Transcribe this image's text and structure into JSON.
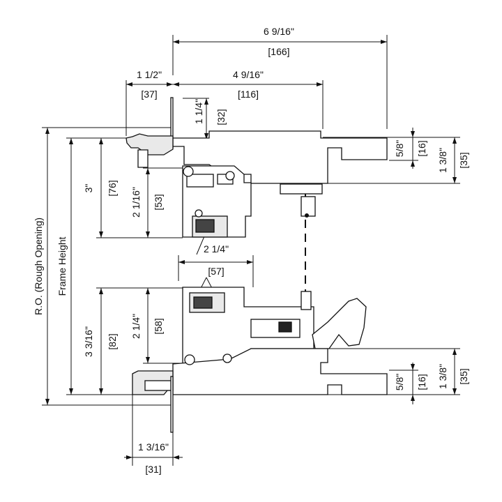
{
  "drawing": {
    "labels": {
      "top_overall_frac": "6 9/16\"",
      "top_overall_mm": "[166]",
      "top_left_frac": "1 1/2\"",
      "top_left_mm": "[37]",
      "top_mid_frac": "4 9/16\"",
      "top_mid_mm": "[116]",
      "head_upper_frac": "1 1/4\"",
      "head_upper_mm": "[32]",
      "head_3_frac": "3\"",
      "head_3_mm": "[76]",
      "head_2116_frac": "2 1/16\"",
      "head_2116_mm": "[53]",
      "head_right_58_frac": "5/8\"",
      "head_right_58_mm": "[16]",
      "head_right_138_frac": "1 3/8\"",
      "head_right_138_mm": "[35]",
      "center_214_frac": "2 1/4\"",
      "center_57_mm": "[57]",
      "ro_label": "R.O. (Rough Opening)",
      "frame_height_label": "Frame Height",
      "sill_3316_frac": "3 3/16\"",
      "sill_3316_mm": "[82]",
      "sill_214_frac": "2 1/4\"",
      "sill_214_mm": "[58]",
      "sill_right_58_frac": "5/8\"",
      "sill_right_58_mm": "[16]",
      "sill_right_138_frac": "1 3/8\"",
      "sill_right_138_mm": "[35]",
      "bottom_frac": "1 3/16\"",
      "bottom_mm": "[31]"
    }
  }
}
